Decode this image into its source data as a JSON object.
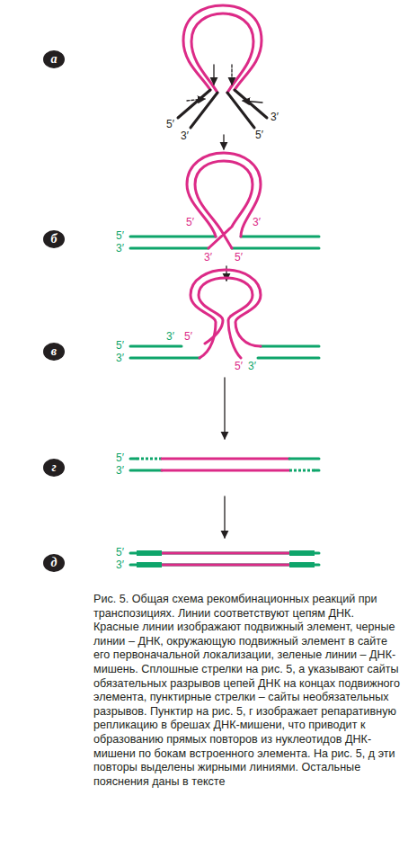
{
  "diagram": {
    "caption": "Рис. 5. Общая схема рекомбинационных реакций при транспозициях. Линии соответствуют цепям ДНК. Красные линии изображают подвижный элемент, черные линии – ДНК, окружающую подвижный элемент в сайте его первоначальной локализации, зеленые линии – ДНК-мишень. Сплошные стрелки на рис. 5, а указывают сайты обязательных разрывов цепей ДНК на концах подвижного элемента, пунктирные стрелки – сайты необязательных разрывов. Пунктир на рис. 5, г изображает репаративную репликацию в брешах ДНК-мишени, что приводит к образованию прямых повторов из нуклеотидов ДНК-мишени по бокам встроенного элемента. На рис. 5, д эти повторы выделены жирными линиями. Остальные пояснения даны в тексте",
    "nodes": [
      {
        "text": [
          "а"
        ]
      },
      {
        "text": [
          "б"
        ]
      },
      {
        "text": [
          "в"
        ]
      },
      {
        "text": [
          "г"
        ]
      },
      {
        "text": [
          "д"
        ]
      }
    ],
    "labels": [
      "5′",
      "3′",
      "3′",
      "5′",
      "5′",
      "3′",
      "5′",
      "3′",
      "3′",
      "5′",
      "5′",
      "3′",
      "3′",
      "5′",
      "5′",
      "3′",
      "5′",
      "3′",
      "5′",
      "3′"
    ]
  }
}
